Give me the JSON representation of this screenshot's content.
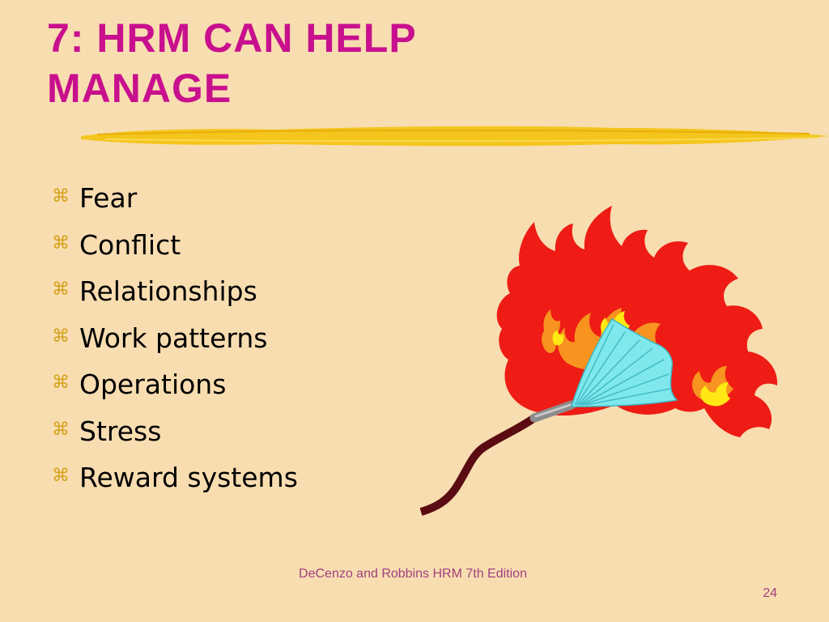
{
  "slide": {
    "title_line1": "7:  HRM CAN HELP",
    "title_line2": "MANAGE",
    "bullet_icon": "cmd-bullet-icon",
    "bullet_glyph": "⌘",
    "bullets": [
      "Fear",
      "Conflict",
      "Relationships",
      "Work patterns",
      "Operations",
      "Stress",
      "Reward systems"
    ],
    "illustration": "fire-hose-icon",
    "footer_source": "DeCenzo and Robbins  HRM 7th Edition",
    "page_number": "24"
  },
  "colors": {
    "background": "#F8DDB0",
    "title": "#C8108E",
    "bullet_glyph": "#D4A017",
    "bullet_text": "#000000",
    "underline": "#F4C51C",
    "footer": "#A0407F"
  }
}
